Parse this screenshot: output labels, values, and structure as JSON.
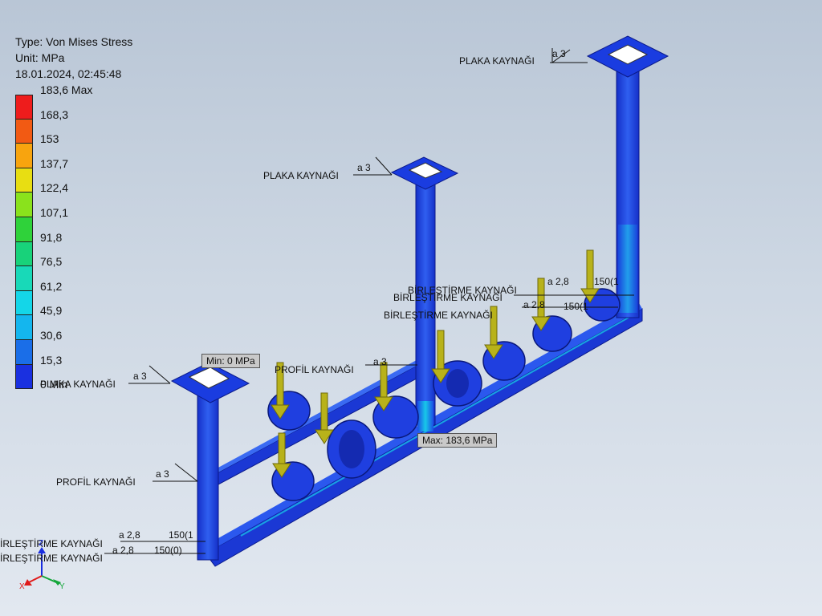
{
  "info": {
    "type_line": "Type: Von Mises Stress",
    "unit_line": "Unit: MPa",
    "datetime": "18.01.2024, 02:45:48"
  },
  "legend": {
    "labels": [
      "183,6 Max",
      "168,3",
      "153",
      "137,7",
      "122,4",
      "107,1",
      "91,8",
      "76,5",
      "61,2",
      "45,9",
      "30,6",
      "15,3",
      "0 Min"
    ],
    "colors": [
      "#ee1c1c",
      "#f25a13",
      "#f8a40e",
      "#e8de12",
      "#8ae21c",
      "#2fd23a",
      "#18d27a",
      "#18d9b8",
      "#14d6e8",
      "#14b6ee",
      "#1a6ee8",
      "#1a30e0"
    ]
  },
  "callouts": {
    "min_label": "Min: 0 MPa",
    "max_label": "Max: 183,6 MPa"
  },
  "welds": {
    "plaka": "PLAKA KAYNAĞI",
    "profil": "PROFİL KAYNAĞI",
    "birlestirme": "BİRLEŞTİRME KAYNAĞI",
    "birlestirme_cut": "İRLEŞTİRME KAYNAĞI",
    "a3": "a 3",
    "a28": "a 2,8",
    "len": "150(1",
    "len2": "150(0)"
  },
  "axes": {
    "x": "X",
    "y": "Y",
    "z": "Z"
  },
  "colors": {
    "structure_blue": "#1e3fd6",
    "load_arrow": "#b8b21a"
  }
}
